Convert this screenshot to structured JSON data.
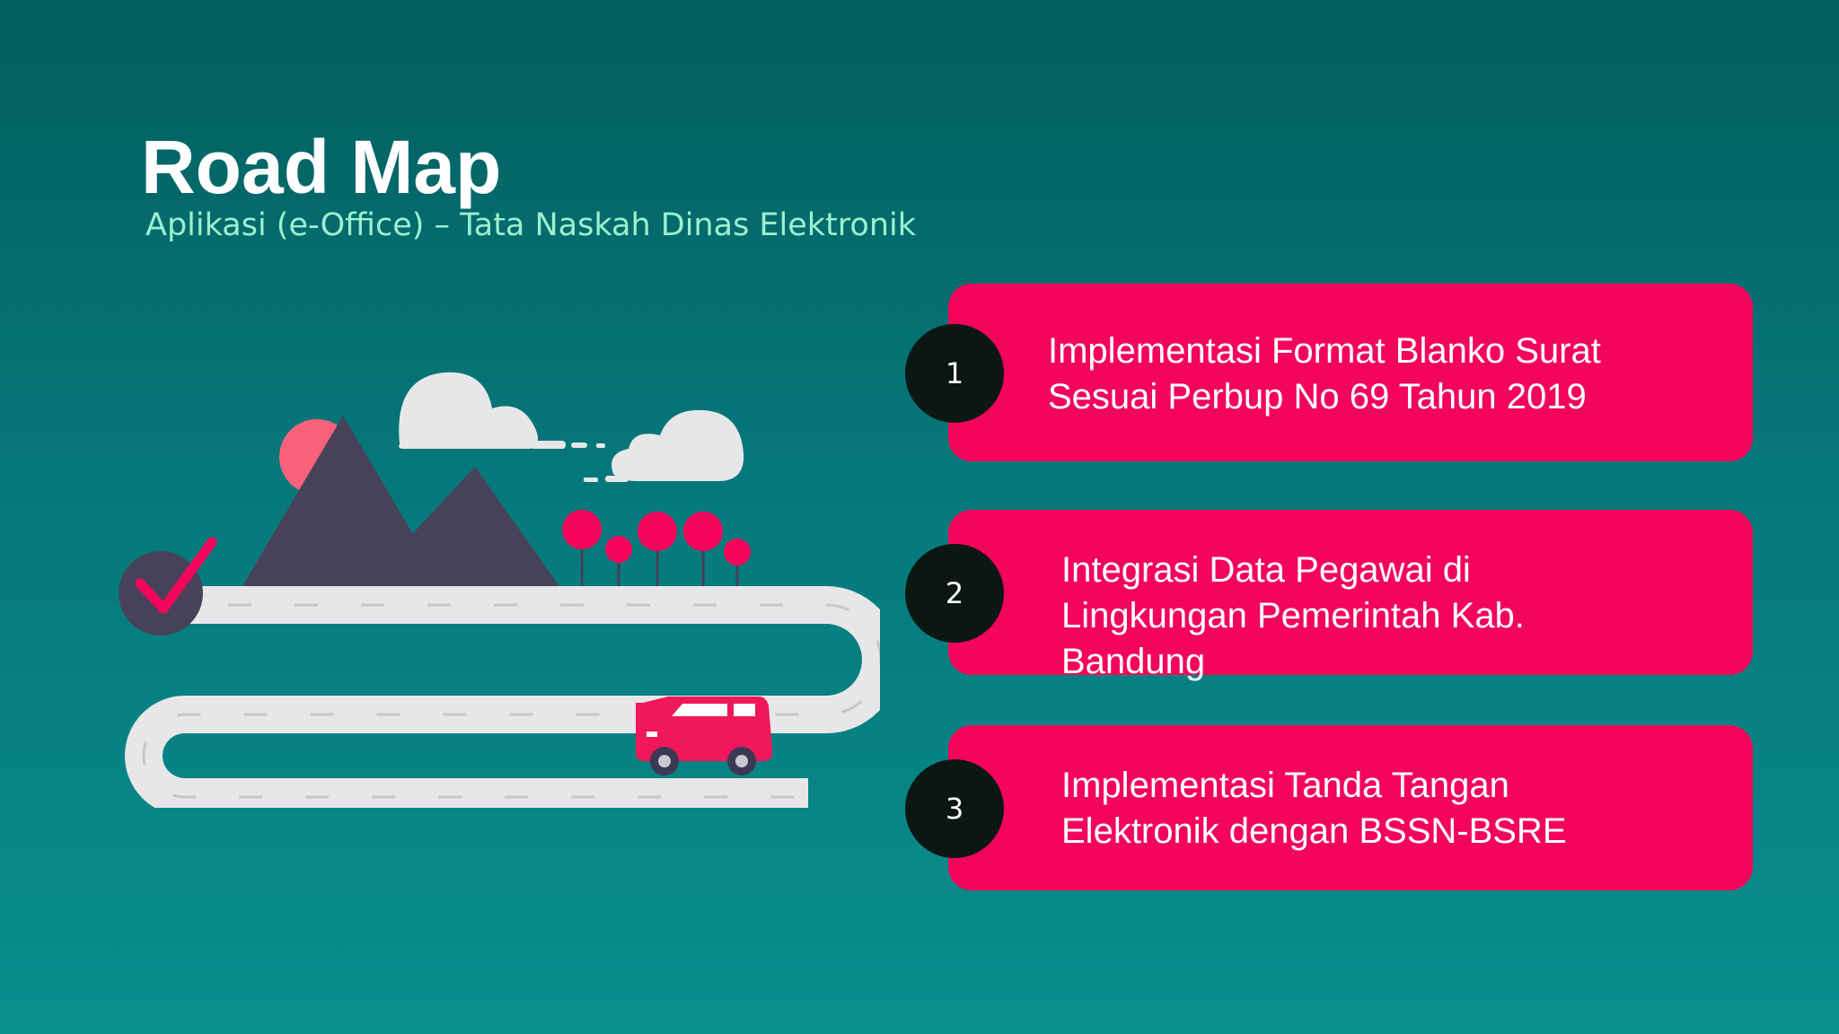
{
  "slide": {
    "title": "Road Map",
    "subtitle": "Aplikasi (e-Office) – Tata Naskah Dinas Elektronik"
  },
  "steps": [
    {
      "number": "1",
      "lines": [
        "Implementasi Format Blanko Surat",
        "Sesuai Perbup No 69 Tahun 2019"
      ]
    },
    {
      "number": "2",
      "lines": [
        "Integrasi Data Pegawai di",
        "Lingkungan Pemerintah Kab.",
        "Bandung"
      ]
    },
    {
      "number": "3",
      "lines": [
        "Implementasi Tanda Tangan",
        "Elektronik dengan BSSN-BSRE"
      ]
    }
  ],
  "illustration": {
    "icons": [
      "check-icon",
      "sun-icon",
      "mountain-icon",
      "cloud-icon",
      "tree-icon",
      "road-icon",
      "car-icon"
    ]
  },
  "colors": {
    "background_top": "#035e5e",
    "background_bottom": "#098e8e",
    "card": "#f2055a",
    "badge": "#0b1712",
    "subtitle": "#9cf0cf",
    "mountain": "#47425a",
    "road": "#e7e7e9",
    "car": "#f0185a"
  }
}
